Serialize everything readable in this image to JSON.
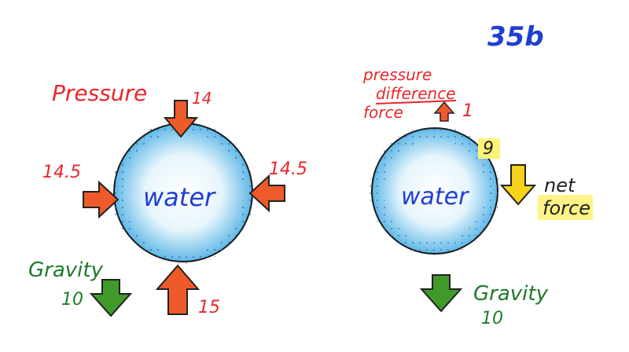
{
  "page_label": "35b",
  "left": {
    "title": "Pressure",
    "pressure_top": "14",
    "pressure_left": "14.5",
    "pressure_right": "14.5",
    "pressure_bottom": "15",
    "drop_label": "water",
    "gravity_label": "Gravity",
    "gravity_value": "10"
  },
  "right": {
    "pdf_line1": "pressure",
    "pdf_line2": "difference",
    "pdf_line3": "force",
    "pdf_value": "1",
    "net_value": "9",
    "net_line1": "net",
    "net_line2": "force",
    "drop_label": "water",
    "gravity_label": "Gravity",
    "gravity_value": "10"
  },
  "colors": {
    "pressure_arrow": "#ef5a2a",
    "gravity_arrow": "#3f9a2a",
    "net_arrow": "#f6d21a",
    "water": "#7cc6ea",
    "highlight": "#fff27a"
  }
}
